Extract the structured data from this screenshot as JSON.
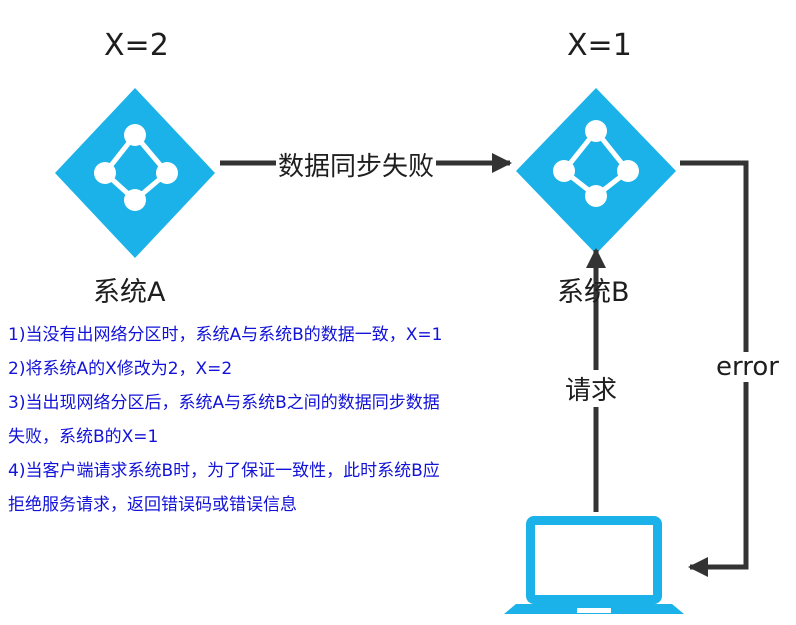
{
  "nodes": {
    "system_a": {
      "name": "系统A",
      "value": "X=2"
    },
    "system_b": {
      "name": "系统B",
      "value": "X=1"
    }
  },
  "edges": {
    "sync": "数据同步失败",
    "request": "请求",
    "error": "error"
  },
  "notes": [
    "1)当没有出网络分区时，系统A与系统B的数据一致，X=1",
    "2)将系统A的X修改为2，X=2",
    "3)当出现网络分区后，系统A与系统B之间的数据同步数据",
    "失败，系统B的X=1",
    "4)当客户端请求系统B时，为了保证一致性，此时系统B应",
    "拒绝服务请求，返回错误码或错误信息"
  ],
  "colors": {
    "node": "#1ab2e8",
    "arrow": "#333333",
    "note_text": "#1212d8"
  },
  "icons": {
    "node": "network-node-icon",
    "client": "laptop-icon"
  }
}
